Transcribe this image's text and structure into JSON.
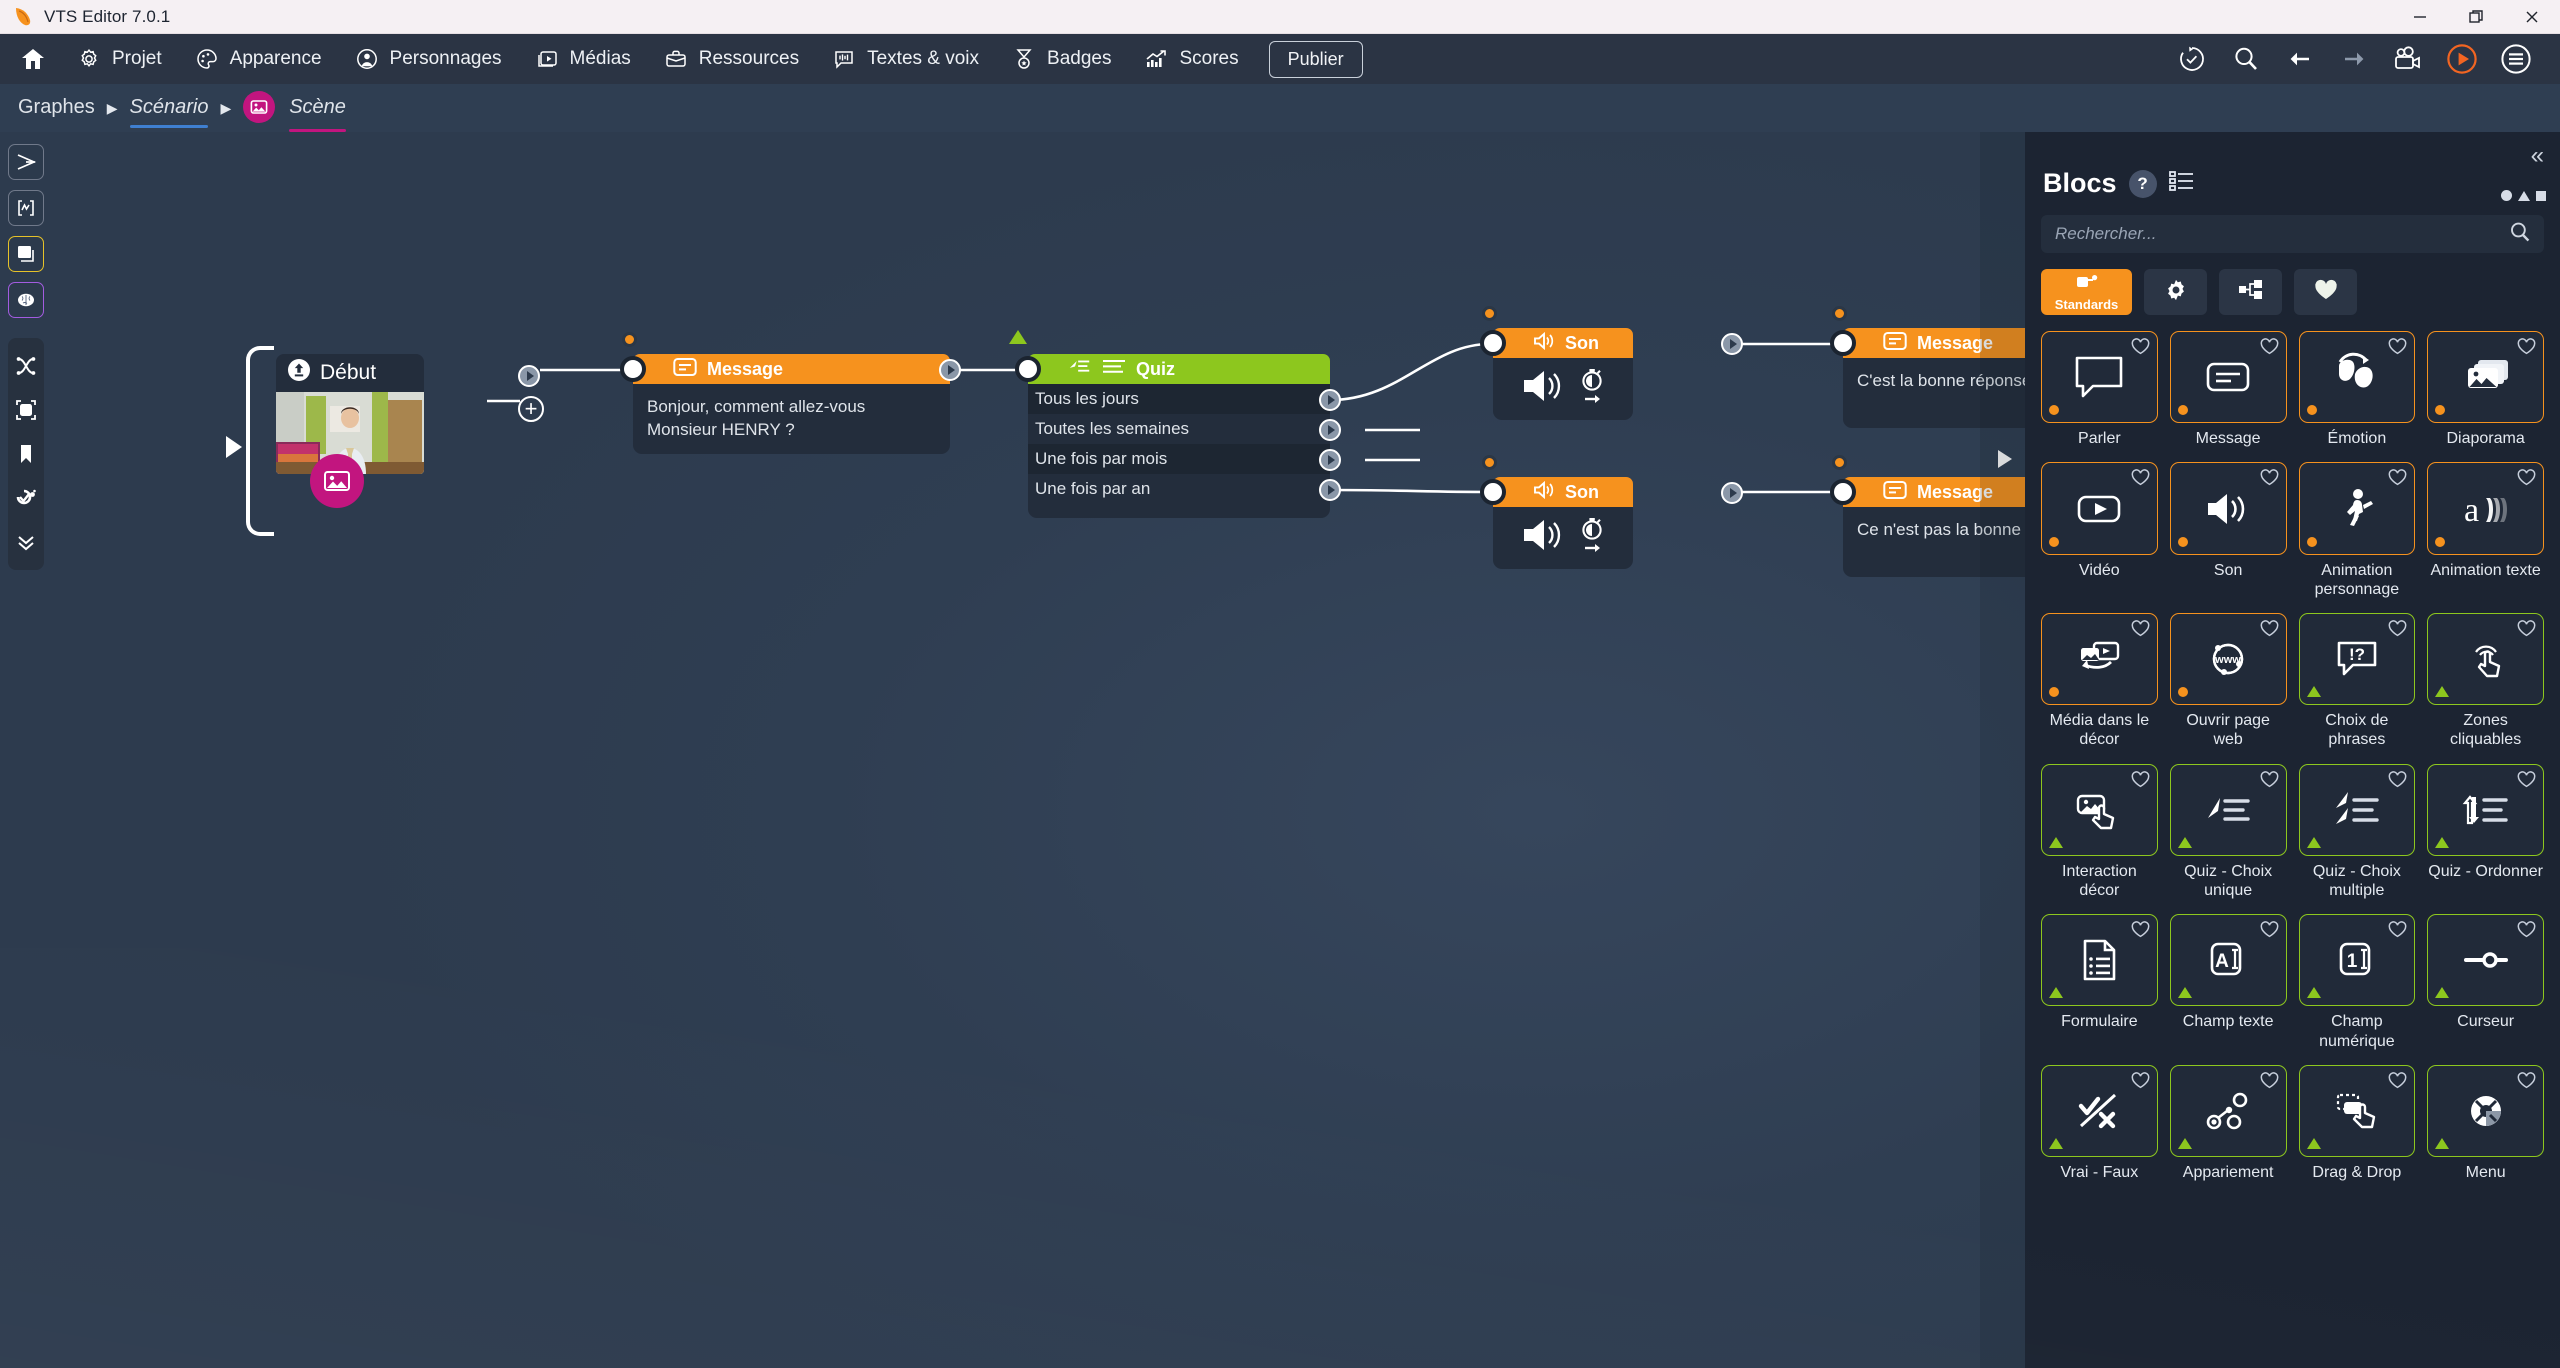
{
  "window": {
    "app_title": "VTS Editor 7.0.1",
    "controls": {
      "minimize": "minimize-icon",
      "maximize": "maximize-icon",
      "close": "close-icon"
    }
  },
  "menubar": {
    "items": [
      {
        "label": "",
        "icon": "home-icon"
      },
      {
        "label": "Projet",
        "icon": "gear-icon"
      },
      {
        "label": "Apparence",
        "icon": "palette-icon"
      },
      {
        "label": "Personnages",
        "icon": "person-icon"
      },
      {
        "label": "Médias",
        "icon": "media-icon"
      },
      {
        "label": "Ressources",
        "icon": "briefcase-icon"
      },
      {
        "label": "Textes & voix",
        "icon": "voice-icon"
      },
      {
        "label": "Badges",
        "icon": "medal-icon"
      },
      {
        "label": "Scores",
        "icon": "chart-icon"
      }
    ],
    "publish_label": "Publier",
    "right_icons": [
      "history-icon",
      "search-icon",
      "back-arrow-icon",
      "forward-arrow-icon",
      "camera-icon",
      "play-icon",
      "hamburger-menu-icon"
    ]
  },
  "breadcrumb": {
    "root": "Graphes",
    "scenario": "Scénario",
    "scene": "Scène"
  },
  "left_rail": {
    "items": [
      {
        "name": "flow-tool",
        "selected": false
      },
      {
        "name": "variable-tool",
        "selected": false
      },
      {
        "name": "message-tool",
        "selected": "yellow"
      },
      {
        "name": "brain-tool",
        "selected": "purple"
      },
      {
        "name": "shuffle-tool"
      },
      {
        "name": "select-tool"
      },
      {
        "name": "bookmark-tool"
      },
      {
        "name": "checkpoint-tool"
      },
      {
        "name": "collapse-tool"
      }
    ]
  },
  "graph": {
    "nodes": [
      {
        "id": "debut",
        "type": "start",
        "title": "Début"
      },
      {
        "id": "message1",
        "type": "message",
        "title": "Message",
        "text": "Bonjour, comment allez-vous Monsieur HENRY ?"
      },
      {
        "id": "quiz",
        "type": "quiz",
        "title": "Quiz",
        "answers": [
          "Tous les jours",
          "Toutes les semaines",
          "Une fois par mois",
          "Une fois par an"
        ]
      },
      {
        "id": "son1",
        "type": "son",
        "title": "Son"
      },
      {
        "id": "son2",
        "type": "son",
        "title": "Son"
      },
      {
        "id": "message2",
        "type": "message",
        "title": "Message",
        "text": "C'est la bonne réponse"
      },
      {
        "id": "message3",
        "type": "message",
        "title": "Message",
        "text": "Ce n'est pas la bonne réponse"
      }
    ]
  },
  "panel": {
    "title": "Blocs",
    "help": "?",
    "collapse_icon": "chevron-double-left-icon",
    "list_icon": "list-icon",
    "search_placeholder": "Rechercher...",
    "search_value": "",
    "categories": [
      {
        "label": "Standards",
        "icon": "blocks-icon",
        "active": true
      },
      {
        "label": "",
        "icon": "gear-icon",
        "active": false
      },
      {
        "label": "",
        "icon": "structure-icon",
        "active": false
      },
      {
        "label": "",
        "icon": "heart-icon",
        "active": false
      }
    ],
    "blocks": [
      {
        "label": "Parler",
        "icon": "speech-bubble-icon",
        "accent": "orange"
      },
      {
        "label": "Message",
        "icon": "message-card-icon",
        "accent": "orange"
      },
      {
        "label": "Émotion",
        "icon": "masks-icon",
        "accent": "orange"
      },
      {
        "label": "Diaporama",
        "icon": "slideshow-icon",
        "accent": "orange"
      },
      {
        "label": "Vidéo",
        "icon": "video-icon",
        "accent": "orange"
      },
      {
        "label": "Son",
        "icon": "speaker-icon",
        "accent": "orange"
      },
      {
        "label": "Animation personnage",
        "icon": "dancing-person-icon",
        "accent": "orange"
      },
      {
        "label": "Animation texte",
        "icon": "text-animation-icon",
        "accent": "orange"
      },
      {
        "label": "Média dans le décor",
        "icon": "media-in-scene-icon",
        "accent": "orange"
      },
      {
        "label": "Ouvrir page web",
        "icon": "www-icon",
        "accent": "orange"
      },
      {
        "label": "Choix de phrases",
        "icon": "question-bubble-icon",
        "accent": "green"
      },
      {
        "label": "Zones cliquables",
        "icon": "tap-zone-icon",
        "accent": "green"
      },
      {
        "label": "Interaction décor",
        "icon": "scene-interaction-icon",
        "accent": "green"
      },
      {
        "label": "Quiz - Choix unique",
        "icon": "single-choice-icon",
        "accent": "green"
      },
      {
        "label": "Quiz - Choix multiple",
        "icon": "multi-choice-icon",
        "accent": "green"
      },
      {
        "label": "Quiz - Ordonner",
        "icon": "order-list-icon",
        "accent": "green"
      },
      {
        "label": "Formulaire",
        "icon": "form-icon",
        "accent": "green"
      },
      {
        "label": "Champ texte",
        "icon": "text-field-icon",
        "accent": "green"
      },
      {
        "label": "Champ numérique",
        "icon": "number-field-icon",
        "accent": "green"
      },
      {
        "label": "Curseur",
        "icon": "slider-icon",
        "accent": "green"
      },
      {
        "label": "Vrai - Faux",
        "icon": "true-false-icon",
        "accent": "green"
      },
      {
        "label": "Appariement",
        "icon": "matching-icon",
        "accent": "green"
      },
      {
        "label": "Drag & Drop",
        "icon": "drag-drop-icon",
        "accent": "green"
      },
      {
        "label": "Menu",
        "icon": "menu-wheel-icon",
        "accent": "green"
      }
    ]
  },
  "colors": {
    "orange": "#f6921e",
    "green": "#8dc71e",
    "pink": "#c2157f",
    "blue": "#3f7fd0",
    "canvas": "#2f3e52",
    "panel": "#1c2432"
  }
}
